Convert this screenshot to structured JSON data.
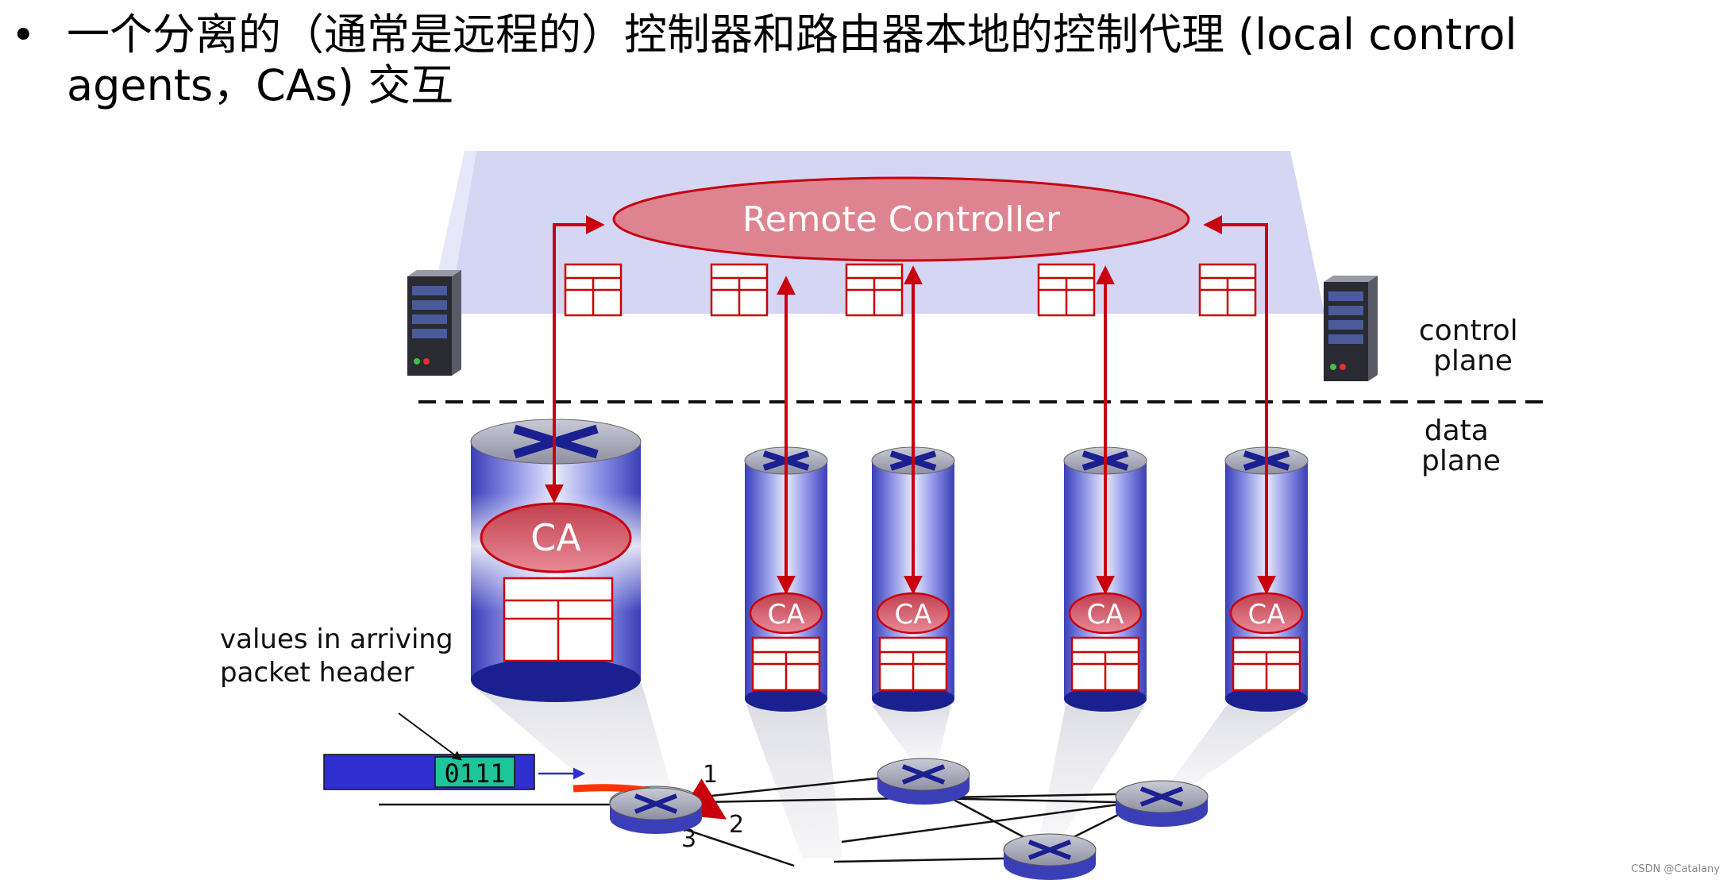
{
  "heading": {
    "bullet": "•",
    "text": "一个分离的（通常是远程的）控制器和路由器本地的控制代理 (local control agents，CAs) 交互"
  },
  "controller": {
    "label": "Remote Controller"
  },
  "planes": {
    "control": [
      "control",
      "plane"
    ],
    "data": [
      "data",
      "plane"
    ]
  },
  "agents": {
    "label": "CA"
  },
  "annotation": {
    "lines": [
      "values in arriving",
      "packet header"
    ]
  },
  "packet": {
    "value": "0111"
  },
  "ports": {
    "p1": "1",
    "p2": "2",
    "p3": "3"
  },
  "watermark": "CSDN @Catalany",
  "colors": {
    "control_plane_bg": "#d4d6f4",
    "controller_fill": "#de8490",
    "arrow": "#c8000e",
    "router_blue": "#3a3fb8",
    "table_line": "#cc0000",
    "packet_blue": "#2f2fd0",
    "packet_header": "#1ec49a"
  }
}
